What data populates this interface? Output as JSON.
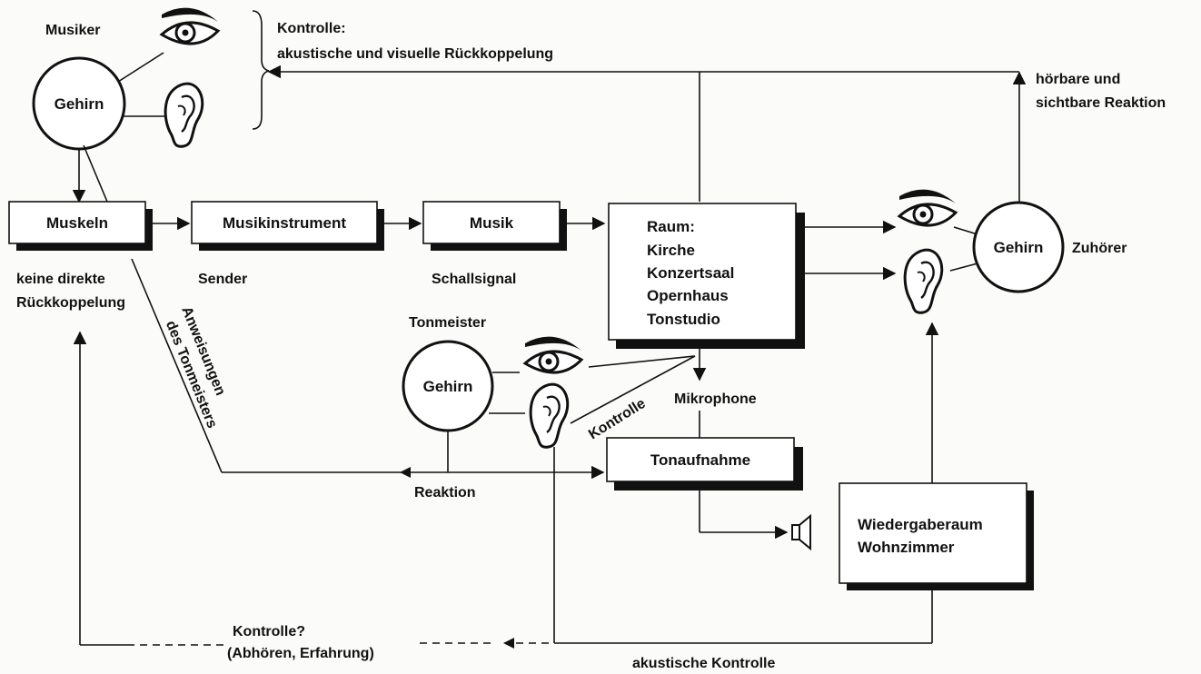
{
  "labels": {
    "musiker": "Musiker",
    "kontrolle_top_1": "Kontrolle:",
    "kontrolle_top_2": "akustische und visuelle Rückkoppelung",
    "hoerbare_1": "hörbare und",
    "hoerbare_2": "sichtbare Reaktion",
    "zuhoerer": "Zuhörer",
    "keine_1": "keine direkte",
    "keine_2": "Rückkoppelung",
    "sender": "Sender",
    "schallsignal": "Schallsignal",
    "anweisungen_1": "Anweisungen",
    "anweisungen_2": "des Tonmeisters",
    "tonmeister": "Tonmeister",
    "kontrolle_diag": "Kontrolle",
    "mikrophone": "Mikrophone",
    "reaktion": "Reaktion",
    "kontrolle_q_1": "Kontrolle?",
    "kontrolle_q_2": "(Abhören, Erfahrung)",
    "akustische_kontrolle": "akustische Kontrolle"
  },
  "nodes": {
    "gehirn_musiker": "Gehirn",
    "gehirn_zuhoerer": "Gehirn",
    "gehirn_tonmeister": "Gehirn",
    "muskeln": "Muskeln",
    "musikinstrument": "Musikinstrument",
    "musik": "Musik",
    "raum_lines": [
      "Raum:",
      "Kirche",
      "Konzertsaal",
      "Opernhaus",
      "Tonstudio"
    ],
    "tonaufnahme": "Tonaufnahme",
    "wiedergabe_1": "Wiedergaberaum",
    "wiedergabe_2": "Wohnzimmer"
  }
}
